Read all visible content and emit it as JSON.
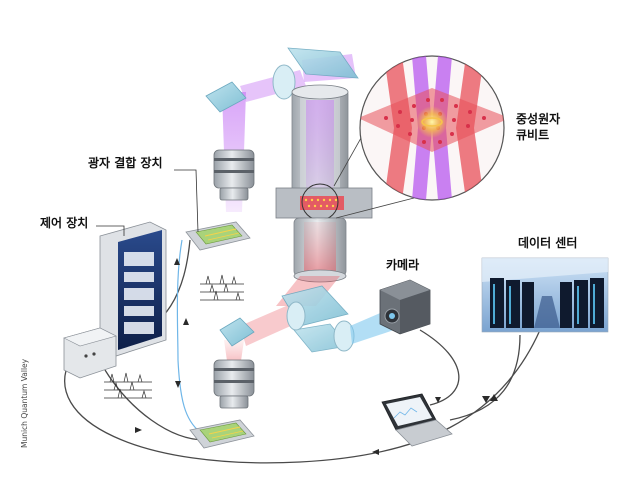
{
  "labels": {
    "photon_coupler": "광자 결합 장치",
    "control_unit": "제어 장치",
    "neutral_atom_qubit_line1": "중성원자",
    "neutral_atom_qubit_line2": "큐비트",
    "camera": "카메라",
    "data_center": "데이터 센터",
    "credit": "Munich Quantum Valley"
  },
  "colors": {
    "laser_violet": "#b44ff0",
    "laser_red": "#e8505a",
    "laser_blue": "#7fc8ee",
    "hardware_gray": "#cfd3d8",
    "cable": "#4a4a4a",
    "fiber": "#6fb6e8",
    "rack_blue": "#1c3a7a"
  },
  "icons": [
    "optical-lens-icon",
    "vacuum-chamber-icon",
    "camera-icon",
    "laptop-icon",
    "server-rack-icon",
    "photonic-chip-icon"
  ]
}
